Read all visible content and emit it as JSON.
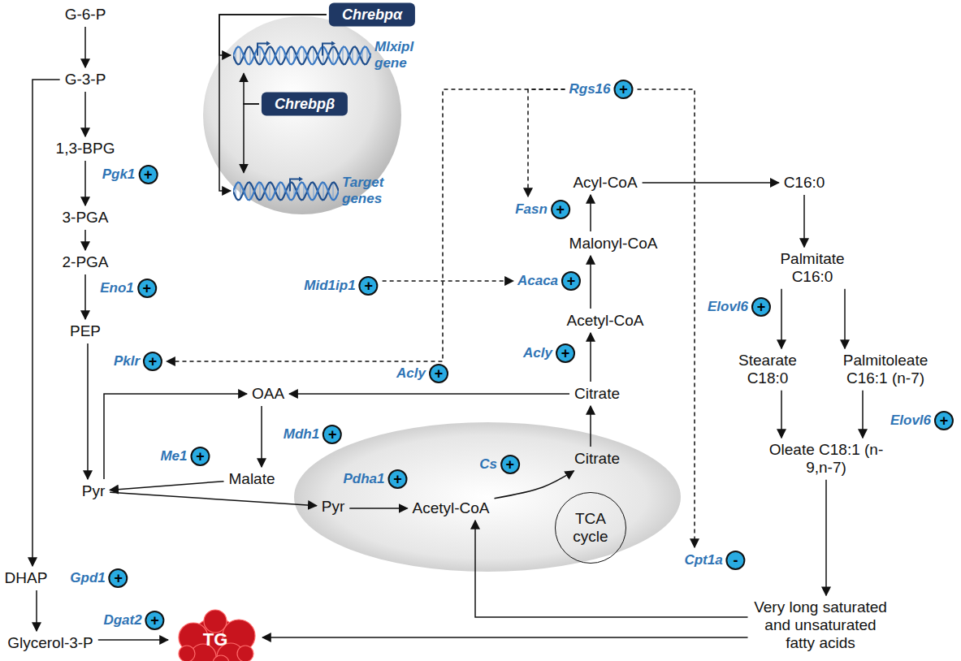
{
  "diagram": {
    "nodes": [
      {
        "text": [
          "G-6-P"
        ]
      },
      {
        "text": [
          "G-3-P"
        ]
      },
      {
        "text": [
          "1,3-BPG"
        ]
      },
      {
        "text": [
          "3-PGA"
        ]
      },
      {
        "text": [
          "2-PGA"
        ]
      },
      {
        "text": [
          "PEP"
        ]
      },
      {
        "text": [
          "OAA"
        ]
      },
      {
        "text": [
          "Malate"
        ]
      },
      {
        "text": [
          "Pyr"
        ]
      },
      {
        "text": [
          "Pyr"
        ]
      },
      {
        "text": [
          "Acetyl-CoA"
        ]
      },
      {
        "text": [
          "Citrate"
        ]
      },
      {
        "text": [
          "TCA cycle"
        ]
      },
      {
        "text": [
          "Citrate"
        ]
      },
      {
        "text": [
          "Acetyl-CoA"
        ]
      },
      {
        "text": [
          "Malonyl-CoA"
        ]
      },
      {
        "text": [
          "Acyl-CoA"
        ]
      },
      {
        "text": [
          "C16:0"
        ]
      },
      {
        "text": [
          "Palmitate C16:0"
        ]
      },
      {
        "text": [
          "Stearate C18:0"
        ]
      },
      {
        "text": [
          "Palmitoleate C16:1 (n-7)"
        ]
      },
      {
        "text": [
          "Oleate C18:1 (n-9,n-7)"
        ]
      },
      {
        "text": [
          "Very long saturated and unsaturated fatty acids"
        ]
      },
      {
        "text": [
          "DHAP"
        ]
      },
      {
        "text": [
          "Glycerol-3-P"
        ]
      },
      {
        "text": [
          "TG"
        ]
      },
      {
        "text": [
          "Chrebpα"
        ]
      },
      {
        "text": [
          "Mlxipl gene"
        ]
      },
      {
        "text": [
          "Chrebpβ"
        ]
      },
      {
        "text": [
          "Target genes"
        ]
      },
      {
        "text": [
          "Pgk1",
          "+"
        ]
      },
      {
        "text": [
          "Eno1",
          "+"
        ]
      },
      {
        "text": [
          "Pklr",
          "+"
        ]
      },
      {
        "text": [
          "Rgs16",
          "+"
        ]
      },
      {
        "text": [
          "Fasn",
          "+"
        ]
      },
      {
        "text": [
          "Mid1ip1",
          "+"
        ]
      },
      {
        "text": [
          "Acaca",
          "+"
        ]
      },
      {
        "text": [
          "Acly",
          "+"
        ]
      },
      {
        "text": [
          "Acly",
          "+"
        ]
      },
      {
        "text": [
          "Mdh1",
          "+"
        ]
      },
      {
        "text": [
          "Me1",
          "+"
        ]
      },
      {
        "text": [
          "Pdha1",
          "+"
        ]
      },
      {
        "text": [
          "Cs",
          "+"
        ]
      },
      {
        "text": [
          "Cpt1a",
          "-"
        ]
      },
      {
        "text": [
          "Elovl6",
          "+"
        ]
      },
      {
        "text": [
          "Elovl6",
          "+"
        ]
      },
      {
        "text": [
          "Gpd1",
          "+"
        ]
      },
      {
        "text": [
          "Dgat2",
          "+"
        ]
      }
    ],
    "edges": [
      {
        "from": 0,
        "to": 1,
        "arrow": "to"
      },
      {
        "from": 1,
        "to": 2,
        "arrow": "to"
      },
      {
        "from": 2,
        "to": 3,
        "arrow": "to"
      },
      {
        "from": 3,
        "to": 4,
        "arrow": "to"
      },
      {
        "from": 4,
        "to": 5,
        "arrow": "to"
      },
      {
        "from": 5,
        "to": 8,
        "arrow": "to"
      },
      {
        "from": 1,
        "to": 23,
        "arrow": "to"
      },
      {
        "from": 23,
        "to": 24,
        "arrow": "to"
      },
      {
        "from": 24,
        "to": 25,
        "arrow": "to"
      },
      {
        "from": 8,
        "to": 6,
        "arrow": "to"
      },
      {
        "from": 13,
        "to": 6,
        "arrow": "to"
      },
      {
        "from": 6,
        "to": 7,
        "arrow": "to"
      },
      {
        "from": 7,
        "to": 8,
        "arrow": "to"
      },
      {
        "from": 8,
        "to": 9,
        "arrow": "to"
      },
      {
        "from": 9,
        "to": 10,
        "arrow": "to"
      },
      {
        "from": 10,
        "to": 11,
        "arrow": "to"
      },
      {
        "from": 11,
        "to": 13,
        "arrow": "to"
      },
      {
        "from": 13,
        "to": 14,
        "arrow": "to"
      },
      {
        "from": 14,
        "to": 15,
        "arrow": "to"
      },
      {
        "from": 15,
        "to": 16,
        "arrow": "to"
      },
      {
        "from": 16,
        "to": 17,
        "arrow": "to"
      },
      {
        "from": 17,
        "to": 18,
        "arrow": "to"
      },
      {
        "from": 18,
        "to": 19,
        "arrow": "to"
      },
      {
        "from": 18,
        "to": 20,
        "arrow": "to"
      },
      {
        "from": 19,
        "to": 21,
        "arrow": "to"
      },
      {
        "from": 20,
        "to": 21,
        "arrow": "to"
      },
      {
        "from": 21,
        "to": 22,
        "arrow": "to"
      },
      {
        "from": 22,
        "to": 10,
        "arrow": "to"
      },
      {
        "from": 22,
        "to": 25,
        "arrow": "to"
      },
      {
        "from": 26,
        "to": 27,
        "arrow": "to"
      },
      {
        "from": 26,
        "to": 29,
        "arrow": "to"
      },
      {
        "from": 28,
        "to": 27,
        "arrow": "to"
      },
      {
        "from": 28,
        "to": 29,
        "arrow": "to"
      },
      {
        "from": 35,
        "to": 36,
        "arrow": "to"
      },
      {
        "from": 33,
        "to": 34,
        "arrow": "to"
      },
      {
        "from": 33,
        "to": 32,
        "arrow": "to"
      },
      {
        "from": 33,
        "to": 43,
        "arrow": "to"
      }
    ]
  }
}
